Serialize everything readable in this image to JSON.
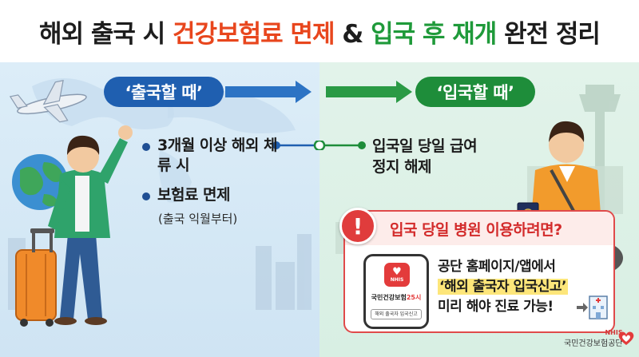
{
  "title": {
    "part1": "해외 출국 시 ",
    "part2": "건강보험료 면제",
    "part3": " & ",
    "part4": "입국 후 재개",
    "part5": " 완전 정리"
  },
  "left": {
    "pill": "‘출국할 때’",
    "bullet1": "3개월 이상 해외 체류 시",
    "bullet2": "보험료 면제",
    "bullet2_sub": "(출국 익월부터)"
  },
  "right": {
    "pill": "‘입국할 때’",
    "text": "입국일 당일 급여 정지 해제"
  },
  "warning": {
    "icon": "!",
    "title": "입국 당일 병원 이용하려면?",
    "line1": "공단 홈페이지/앱에서",
    "line2": "‘해외 출국자 입국신고’",
    "line3": "미리 해야 진료 가능!"
  },
  "phone": {
    "app_logo": "NHIS",
    "app_name": "국민건강보험",
    "app_num": "25시",
    "app_button": "해외 출국자 입국신고"
  },
  "footer": {
    "logo_en": "NHIS",
    "logo_ko": "국민건강보험공단"
  },
  "colors": {
    "left_accent": "#1f5fb0",
    "right_accent": "#1e8d3a",
    "red_accent": "#e8461d",
    "warning_red": "#d32b2b"
  }
}
